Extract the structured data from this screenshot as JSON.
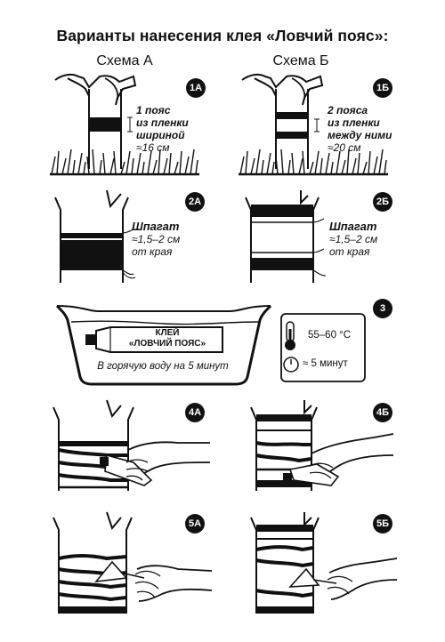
{
  "title": "Варианты нанесения клея «Ловчий пояс»:",
  "schemes": {
    "a": "Схема А",
    "b": "Схема Б"
  },
  "steps": {
    "s1a": "1А",
    "s1b": "1Б",
    "s2a": "2А",
    "s2b": "2Б",
    "s3": "3",
    "s4a": "4А",
    "s4b": "4Б",
    "s5a": "5А",
    "s5b": "5Б"
  },
  "notes": {
    "n1a": {
      "line1": "1 пояс",
      "line2": "из пленки",
      "line3": "шириной",
      "line4": "≈16 см"
    },
    "n1b": {
      "line1": "2 пояса",
      "line2": "из пленки",
      "line3": "между ними",
      "line4": "≈20 см"
    },
    "n2a": {
      "line1": "Шпагат",
      "line2": "≈1,5–2 см",
      "line3": "от края"
    },
    "n2b": {
      "line1": "Шпагат",
      "line2": "≈1,5–2 см",
      "line3": "от края"
    }
  },
  "tube": {
    "line1": "КЛЕЙ",
    "line2": "«ЛОВЧИЙ ПОЯС»"
  },
  "water_caption": "В горячую воду на 5 минут",
  "temperature": "55–60 °C",
  "time": "≈ 5 минут",
  "icons": [
    "thermometer-icon",
    "clock-icon"
  ],
  "colors": {
    "ink": "#111111",
    "paper": "#ffffff"
  }
}
